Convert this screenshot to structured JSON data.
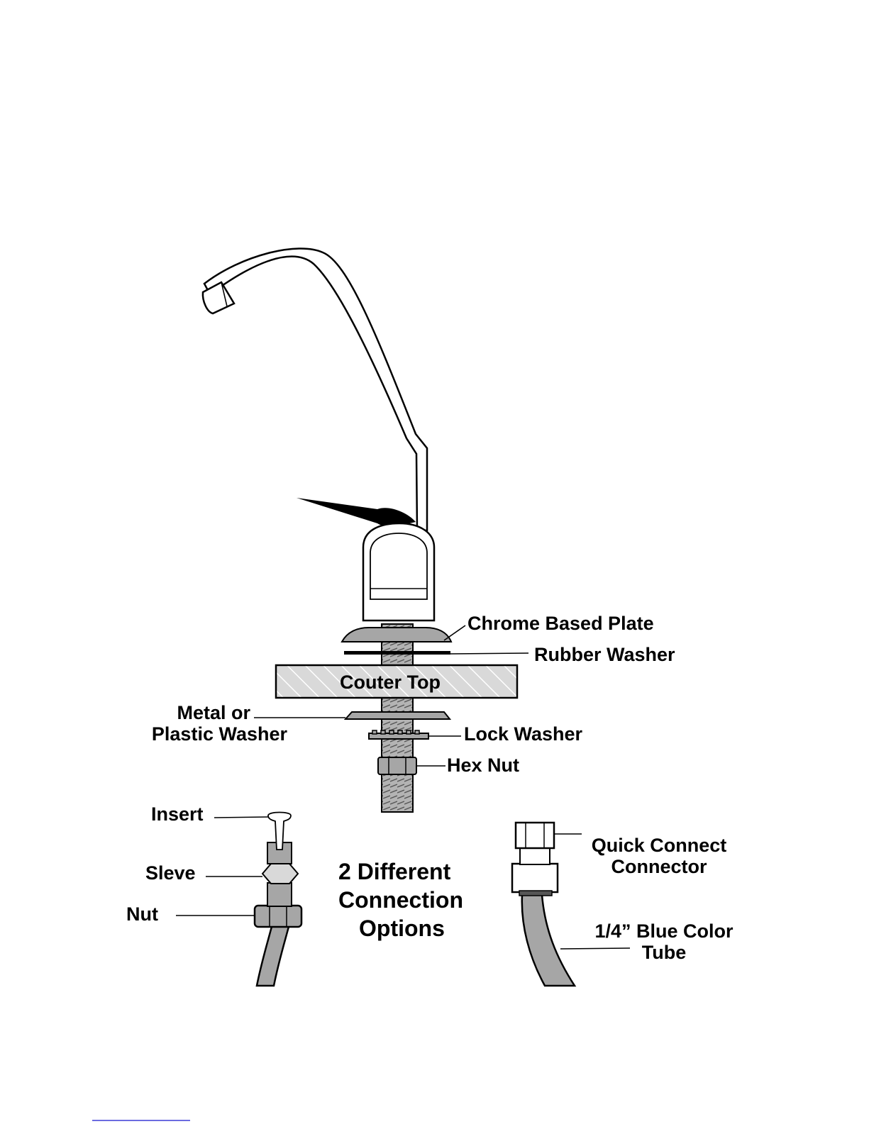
{
  "labels": {
    "chrome_plate": "Chrome Based Plate",
    "rubber_washer": "Rubber Washer",
    "counter_top": "Couter Top",
    "metal_washer_line1": "Metal or",
    "metal_washer_line2": "Plastic  Washer",
    "lock_washer": "Lock Washer",
    "hex_nut": "Hex Nut",
    "insert": "Insert",
    "sleeve": "Sleve",
    "nut": "Nut",
    "options_line1": "2 Different",
    "options_line2": "Connection",
    "options_line3": "Options",
    "quick_connect_line1": "Quick Connect",
    "quick_connect_line2": "Connector",
    "tube_line1": "1/4” Blue Color",
    "tube_line2": "Tube"
  },
  "colors": {
    "part_gray": "#a6a6a6",
    "light_gray": "#d9d9d9",
    "outline": "#000000",
    "footer_link": "#3b3bd6"
  }
}
